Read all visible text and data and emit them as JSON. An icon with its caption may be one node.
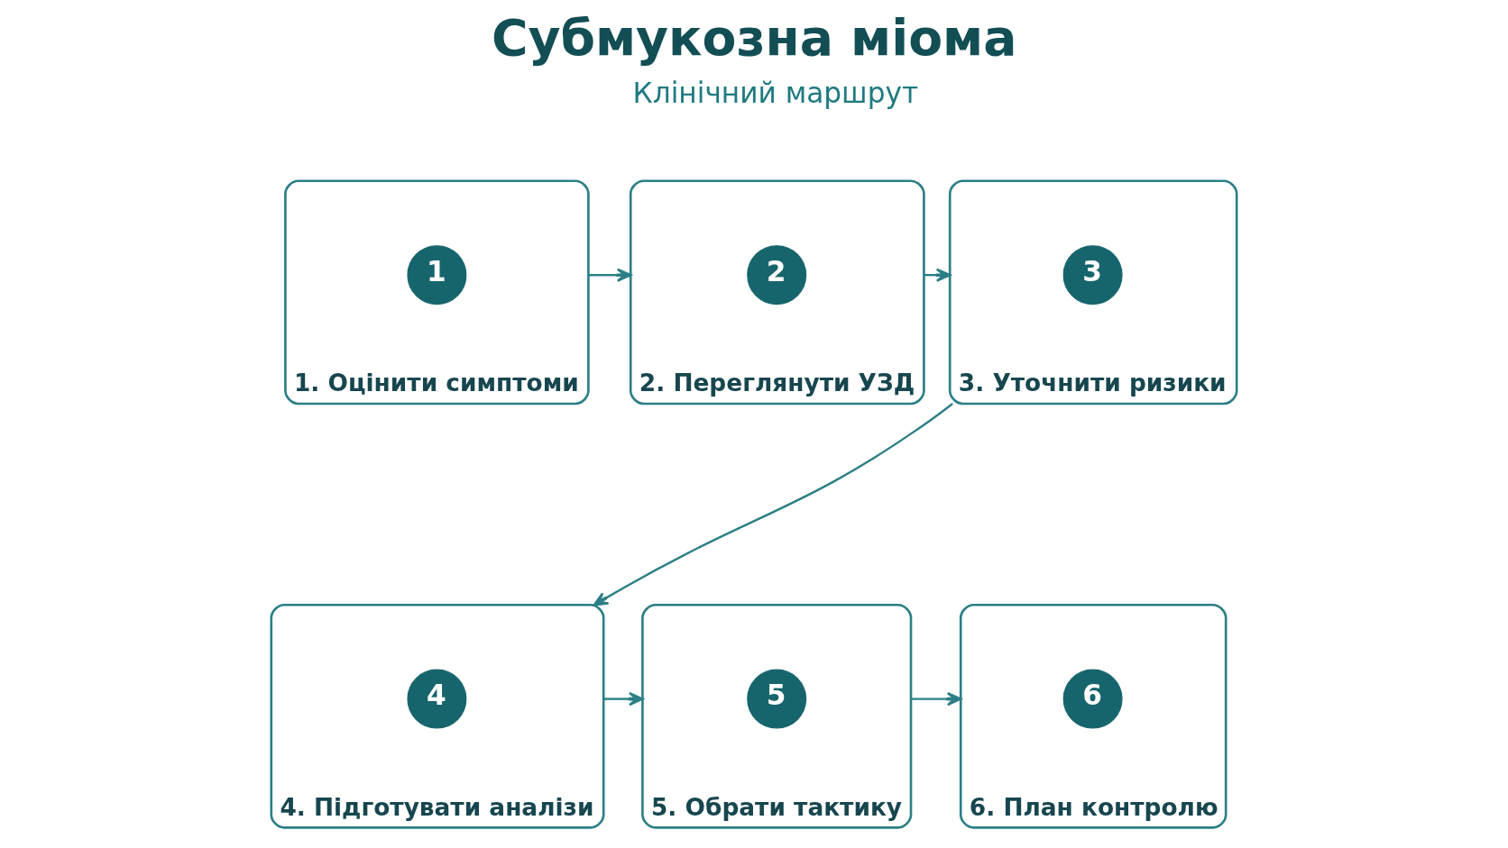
{
  "diagram": {
    "title": "Субмукозна міома",
    "nodes": [
      {
        "text": [
          "1. Оцінити симптоми"
        ]
      },
      {
        "text": [
          "1"
        ],
        "in": 0
      },
      {
        "text": [
          "2. Переглянути УЗД"
        ]
      },
      {
        "text": [
          "2"
        ],
        "in": 2
      },
      {
        "text": [
          "3. Уточнити ризики"
        ]
      },
      {
        "text": [
          "3"
        ],
        "in": 4
      },
      {
        "text": [
          "4. Підготувати аналізи"
        ]
      },
      {
        "text": [
          "4"
        ],
        "in": 6
      },
      {
        "text": [
          "5. Обрати тактику"
        ]
      },
      {
        "text": [
          "5"
        ],
        "in": 8
      },
      {
        "text": [
          "6. План контролю"
        ]
      },
      {
        "text": [
          "6"
        ],
        "in": 10
      }
    ],
    "edges": [
      {
        "from": 0,
        "to": 2,
        "arrow": "to"
      },
      {
        "from": 2,
        "to": 4,
        "arrow": "to"
      },
      {
        "from": 4,
        "to": 6,
        "arrow": "to"
      },
      {
        "from": 6,
        "to": 8,
        "arrow": "to"
      },
      {
        "from": 8,
        "to": 10,
        "arrow": "to"
      }
    ],
    "labels": [
      "Клінічний маршрут"
    ]
  }
}
